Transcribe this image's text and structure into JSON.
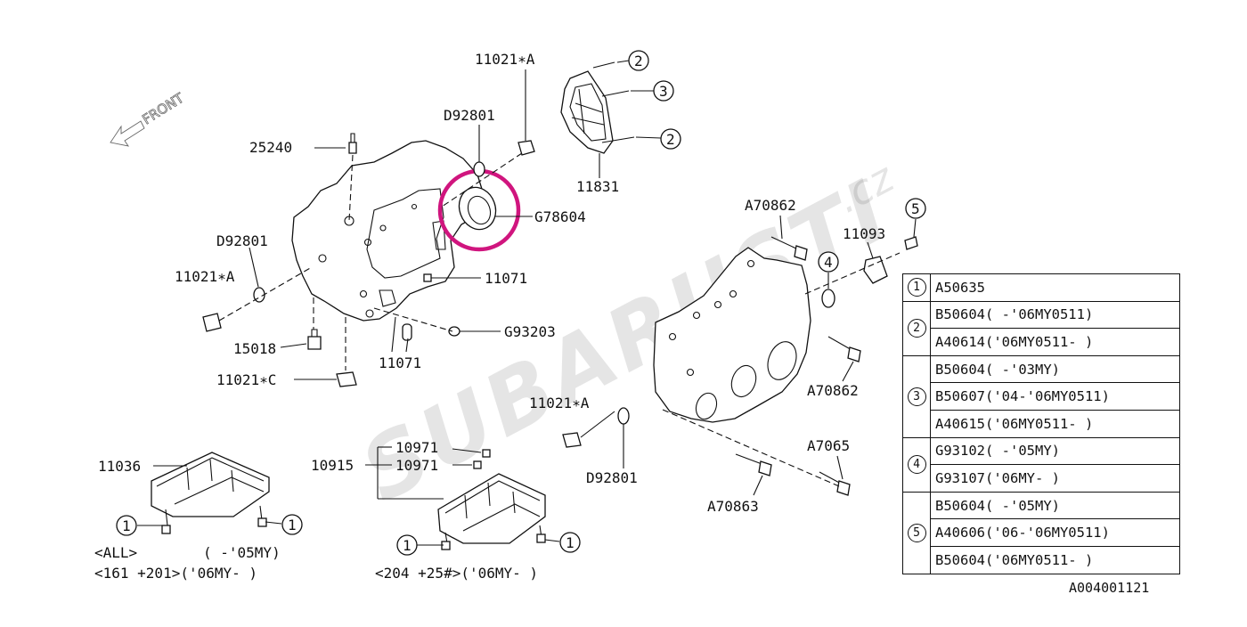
{
  "watermark": {
    "brand": "SUBARUSTI",
    "domain": ".cz"
  },
  "front_label": "FRONT",
  "callouts": {
    "c11021A_top": "11021∗A",
    "d92801_top": "D92801",
    "c25240": "25240",
    "g78604": "G78604",
    "c11831": "11831",
    "d92801_left": "D92801",
    "c11021A_left": "11021∗A",
    "c11071_right": "11071",
    "g93203": "G93203",
    "c15018": "15018",
    "c11071_low": "11071",
    "c11021C": "11021∗C",
    "a70862_top": "A70862",
    "c11093": "11093",
    "a70862_mid": "A70862",
    "c11021A_mid": "11021∗A",
    "d92801_mid": "D92801",
    "a7065": "A7065",
    "a70863": "A70863",
    "c11036": "11036",
    "c10971_a": "10971",
    "c10971_b": "10971",
    "c10915": "10915",
    "note_all": "<ALL>",
    "note_161": "<161 +201>('06MY- )",
    "note_05my": "( -'05MY)",
    "note_204": "<204 +25#>('06MY- )"
  },
  "ref_marks": {
    "m2a": "2",
    "m3": "3",
    "m2b": "2",
    "m4": "4",
    "m5": "5",
    "m1a": "1",
    "m1b": "1",
    "m1c": "1",
    "m1d": "1"
  },
  "legend": [
    {
      "num": "1",
      "rows": [
        "A50635"
      ]
    },
    {
      "num": "2",
      "rows": [
        "B50604( -'06MY0511)",
        "A40614('06MY0511- )"
      ]
    },
    {
      "num": "3",
      "rows": [
        "B50604( -'03MY)",
        "B50607('04-'06MY0511)",
        "A40615('06MY0511- )"
      ]
    },
    {
      "num": "4",
      "rows": [
        "G93102( -'05MY)",
        "G93107('06MY- )"
      ]
    },
    {
      "num": "5",
      "rows": [
        "B50604( -'05MY)",
        "A40606('06-'06MY0511)",
        "B50604('06MY0511- )"
      ]
    }
  ],
  "diagram_ref": "A004001121",
  "highlight_color": "#d0157e"
}
